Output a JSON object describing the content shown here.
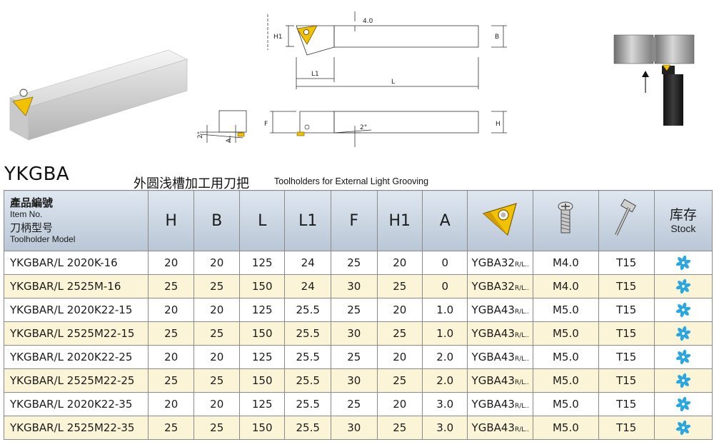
{
  "drawing": {
    "top_dim_4": "4.0",
    "label_H1": "H1",
    "label_B": "B",
    "label_L1": "L1",
    "label_L": "L",
    "label_F": "F",
    "label_H": "H",
    "label_2deg_side": "2°",
    "label_2deg_bottom": "2°",
    "label_A": "A"
  },
  "heading": {
    "series_code": "YKGBA",
    "title_cn": "外圆浅槽加工用刀把",
    "title_en": "Toolholders for External Light Grooving"
  },
  "table": {
    "model_head": {
      "cn_item": "產品編號",
      "en_item": "Item No.",
      "cn_model": "刀柄型号",
      "en_model": "Toolholder Model"
    },
    "columns": [
      "H",
      "B",
      "L",
      "L1",
      "F",
      "H1",
      "A"
    ],
    "icon_columns": [
      "insert-icon",
      "screw-icon",
      "wrench-icon"
    ],
    "stock_head": {
      "cn": "库存",
      "en": "Stock"
    },
    "stock_color": "#2aa7e0",
    "even_row_color": "#fbf4d6",
    "rows": [
      {
        "model": "YKGBAR/L  2020K-16",
        "H": "20",
        "B": "20",
        "L": "125",
        "L1": "24",
        "F": "25",
        "H1": "20",
        "A": "0",
        "insert": "YGBA32",
        "insert_suffix": "R/L..",
        "screw": "M4.0",
        "wrench": "T15"
      },
      {
        "model": "YKGBAR/L  2525M-16",
        "H": "25",
        "B": "25",
        "L": "150",
        "L1": "24",
        "F": "30",
        "H1": "25",
        "A": "0",
        "insert": "YGBA32",
        "insert_suffix": "R/L..",
        "screw": "M4.0",
        "wrench": "T15"
      },
      {
        "model": "YKGBAR/L  2020K22-15",
        "H": "20",
        "B": "20",
        "L": "125",
        "L1": "25.5",
        "F": "25",
        "H1": "20",
        "A": "1.0",
        "insert": "YGBA43",
        "insert_suffix": "R/L..",
        "screw": "M5.0",
        "wrench": "T15"
      },
      {
        "model": "YKGBAR/L  2525M22-15",
        "H": "25",
        "B": "25",
        "L": "150",
        "L1": "25.5",
        "F": "30",
        "H1": "25",
        "A": "1.0",
        "insert": "YGBA43",
        "insert_suffix": "R/L..",
        "screw": "M5.0",
        "wrench": "T15"
      },
      {
        "model": "YKGBAR/L  2020K22-25",
        "H": "20",
        "B": "20",
        "L": "125",
        "L1": "25.5",
        "F": "25",
        "H1": "20",
        "A": "2.0",
        "insert": "YGBA43",
        "insert_suffix": "R/L..",
        "screw": "M5.0",
        "wrench": "T15"
      },
      {
        "model": "YKGBAR/L  2525M22-25",
        "H": "25",
        "B": "25",
        "L": "150",
        "L1": "25.5",
        "F": "30",
        "H1": "25",
        "A": "2.0",
        "insert": "YGBA43",
        "insert_suffix": "R/L..",
        "screw": "M5.0",
        "wrench": "T15"
      },
      {
        "model": "YKGBAR/L  2020K22-35",
        "H": "20",
        "B": "20",
        "L": "125",
        "L1": "25.5",
        "F": "25",
        "H1": "20",
        "A": "3.0",
        "insert": "YGBA43",
        "insert_suffix": "R/L..",
        "screw": "M5.0",
        "wrench": "T15"
      },
      {
        "model": "YKGBAR/L  2525M22-35",
        "H": "25",
        "B": "25",
        "L": "150",
        "L1": "25.5",
        "F": "30",
        "H1": "25",
        "A": "3.0",
        "insert": "YGBA43",
        "insert_suffix": "R/L..",
        "screw": "M5.0",
        "wrench": "T15"
      }
    ]
  }
}
